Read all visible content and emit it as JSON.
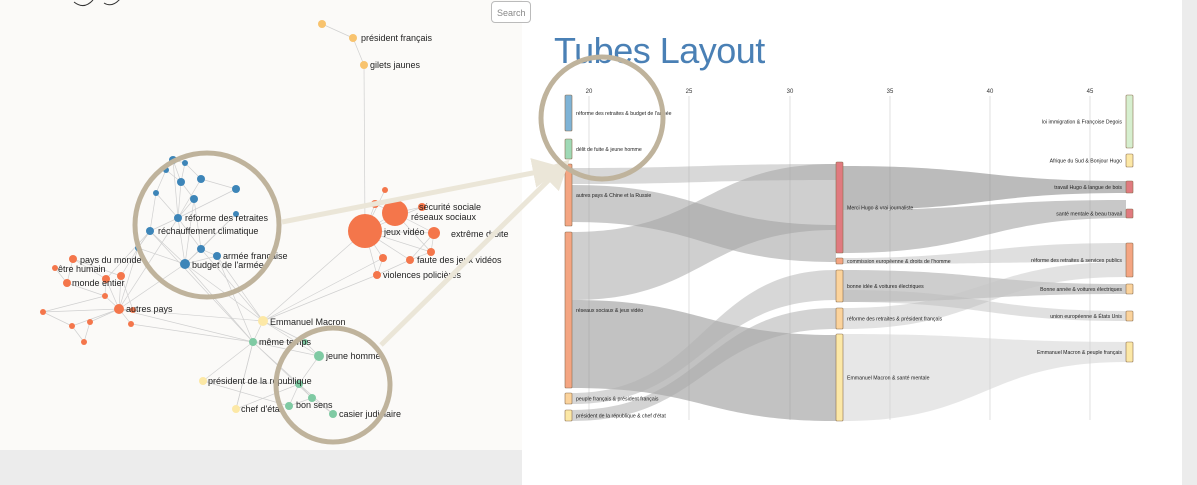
{
  "search": {
    "label": "Search"
  },
  "title": "Tubes Layout",
  "colors": {
    "orange": "#f4764b",
    "blue": "#3d85b8",
    "green": "#7fcaa3",
    "yellow": "#fce8a6",
    "gold": "#f8c36e",
    "edge": "#d0d0d0",
    "ring": "#bfb39c",
    "tube": "#b8b8b8",
    "node_pink": "#e07a7f",
    "node_salmon": "#f4a582",
    "node_peach": "#fbd39c",
    "node_lightgreen": "#d6efcf",
    "node_lightblue": "#7eb3d6",
    "node_mint": "#9fd9b6"
  },
  "network": {
    "labels": [
      "président français",
      "gilets jaunes",
      "réforme des retraites",
      "réchauffement climatique",
      "armée française",
      "budget de l'armée",
      "pays du monde",
      "être humain",
      "monde entier",
      "autres pays",
      "Emmanuel Macron",
      "même temps",
      "jeune homme",
      "président de la république",
      "chef d'état",
      "bon sens",
      "casier judiciaire",
      "sécurité sociale",
      "réseaux sociaux",
      "jeux vidéo",
      "extrême droite",
      "faute des jeux vidéos",
      "violences policières"
    ]
  },
  "tubes": {
    "ticks": [
      "20",
      "25",
      "30",
      "35",
      "40",
      "45"
    ],
    "left_nodes": [
      "réforme des retraites & budget de l'armée",
      "délit de fuite & jeune homme",
      "autres pays & Chine et la Russie",
      "réseaux sociaux & jeux vidéo",
      "peuple français & président français",
      "président de la république & chef d'état"
    ],
    "mid_nodes": [
      "Merci Hugo & vrai journaliste",
      "commission européenne & droits de l'homme",
      "bonne idée & voitures électriques",
      "réforme des retraites & président français",
      "Emmanuel Macron & santé mentale"
    ],
    "right_nodes": [
      "loi immigration & Françoise Degois",
      "Afrique du Sud & Bonjour Hugo",
      "travail Hugo & langue de bois",
      "santé mentale & beau travail",
      "réforme des retraites & services publics",
      "Bonne année & voitures électriques",
      "union européenne & États Unis",
      "Emmanuel Macron & peuple français"
    ]
  }
}
